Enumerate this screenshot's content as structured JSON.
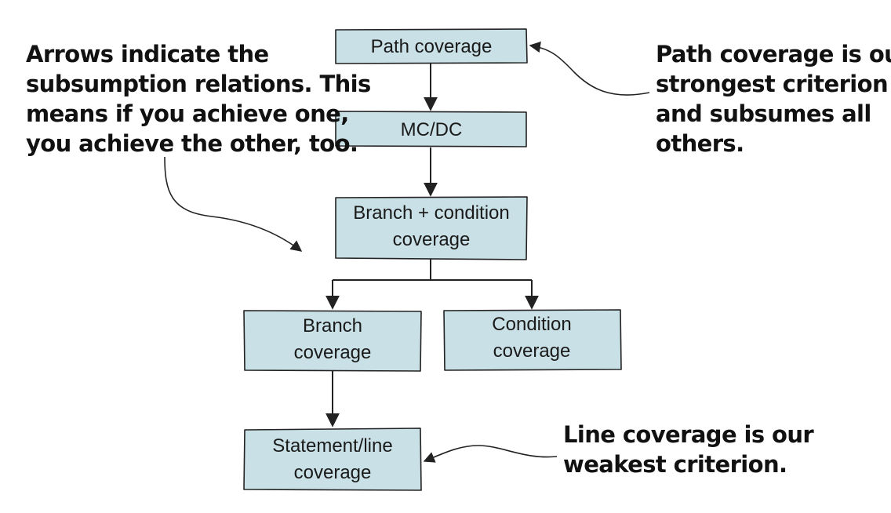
{
  "colors": {
    "box_fill": "#c9e0e6",
    "box_stroke": "#222222",
    "arrow": "#222222",
    "note_text": "#111111"
  },
  "nodes": {
    "path": {
      "lines": [
        "Path coverage"
      ]
    },
    "mcdc": {
      "lines": [
        "MC/DC"
      ]
    },
    "branch_condition": {
      "lines": [
        "Branch + condition",
        "coverage"
      ]
    },
    "branch": {
      "lines": [
        "Branch",
        "coverage"
      ]
    },
    "condition": {
      "lines": [
        "Condition",
        "coverage"
      ]
    },
    "statement": {
      "lines": [
        "Statement/line",
        "coverage"
      ]
    }
  },
  "annotations": {
    "arrows_note": {
      "lines": [
        "Arrows indicate the",
        "subsumption relations. This",
        "means if you achieve one,",
        "you achieve the other, too."
      ]
    },
    "path_note": {
      "lines": [
        "Path coverage is our",
        "strongest criterion",
        "and subsumes all",
        "others."
      ]
    },
    "line_note": {
      "lines": [
        "Line coverage is our",
        "weakest criterion."
      ]
    }
  },
  "edges": [
    {
      "from": "path",
      "to": "mcdc"
    },
    {
      "from": "mcdc",
      "to": "branch_condition"
    },
    {
      "from": "branch_condition",
      "to": "branch"
    },
    {
      "from": "branch_condition",
      "to": "condition"
    },
    {
      "from": "branch",
      "to": "statement"
    }
  ]
}
